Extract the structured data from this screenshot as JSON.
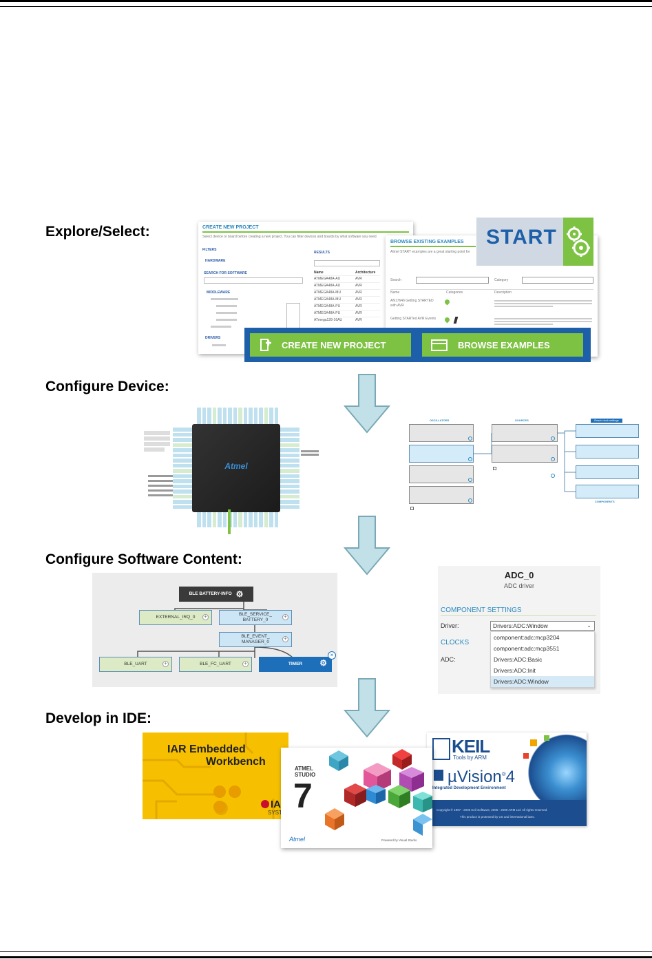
{
  "steps": {
    "explore": "Explore/Select:",
    "configure_device": "Configure Device:",
    "configure_software": "Configure Software Content:",
    "develop": "Develop in IDE:"
  },
  "start": {
    "create_title": "CREATE NEW PROJECT",
    "create_desc": "Select device or board before creating a new project. You can filter devices and boards by what software you need",
    "filters": "FILTERS",
    "hardware": "HARDWARE",
    "search_software": "SEARCH FOR SOFTWARE",
    "middleware": "MIDDLEWARE",
    "drivers": "DRIVERS",
    "results": "RESULTS",
    "col_name": "Name",
    "col_arch": "Architecture",
    "rows": [
      [
        "ATMEGA48A-AU",
        "AVR"
      ],
      [
        "ATMEGA48A-AU",
        "AVR"
      ],
      [
        "ATMEGA48A-MU",
        "AVR"
      ],
      [
        "ATMEGA48A-MU",
        "AVR"
      ],
      [
        "ATMEGA48A-PU",
        "AVR"
      ],
      [
        "ATMEGA48A-PU",
        "AVR"
      ],
      [
        "ATmega128-16AU",
        "AVR"
      ]
    ],
    "browse_title": "BROWSE EXISTING EXAMPLES",
    "browse_desc": "Atmel START examples are a great starting point for",
    "search_label": "Search",
    "category_label": "Category",
    "col_categories": "Categories",
    "col_description": "Description",
    "example1": "AN17646 Getting STARTED with AVR",
    "example2": "Getting STARTed AVR Events",
    "start_logo": "START",
    "btn_create": "CREATE NEW PROJECT",
    "btn_browse": "BROWSE EXAMPLES"
  },
  "chip": {
    "logo": "Atmel"
  },
  "clock": {
    "col1": "OSCILLATORS",
    "col2": "SOURCES",
    "col3": "Reset clock settings",
    "components": "COMPONENTS"
  },
  "tree": {
    "root": "BLE BATTERY-INFO",
    "n1": "EXTERNAL_IRQ_0",
    "n2": "BLE_SERVICE_ BATTERY_0",
    "n3": "BLE_EVENT_ MANAGER_0",
    "n4": "BLE_UART",
    "n5": "BLE_FC_UART",
    "n6": "TIMER"
  },
  "adc": {
    "title": "ADC_0",
    "subtitle": "ADC driver",
    "section": "COMPONENT SETTINGS",
    "driver_label": "Driver:",
    "driver_value": "Drivers:ADC:Window",
    "clocks": "CLOCKS",
    "adc_label": "ADC:",
    "options": [
      "component:adc:mcp3204",
      "component:adc:mcp3551",
      "Drivers:ADC:Basic",
      "Drivers:ADC:Init",
      "Drivers:ADC:Window"
    ]
  },
  "ide": {
    "iar_line1": "IAR Embedded",
    "iar_line2": "Workbench",
    "iar_brand": "IAR",
    "iar_brand2": "SYSTEMS",
    "atmel_studio1": "ATMEL",
    "atmel_studio2": "STUDIO",
    "atmel_version": "7",
    "atmel_logo": "Atmel",
    "powered": "Powered by Visual Studio",
    "keil": "KEIL",
    "keil_sub": "Tools by ARM",
    "uvision": "µVision",
    "uvision_ver": "4",
    "ide_env": "Integrated Development Environment",
    "copyright1": "Copyright © 1997 - 2005 Keil Software, 2005 - 2009 ARM Ltd. All rights reserved.",
    "copyright2": "This product is protected by US and international laws."
  },
  "colors": {
    "start_green": "#7dc242",
    "start_blue": "#1d5fa8",
    "arrow_fill": "#c2e0e7",
    "arrow_stroke": "#7aa9b5",
    "iar_yellow": "#f6c000",
    "keil_blue": "#1b4d8f"
  }
}
